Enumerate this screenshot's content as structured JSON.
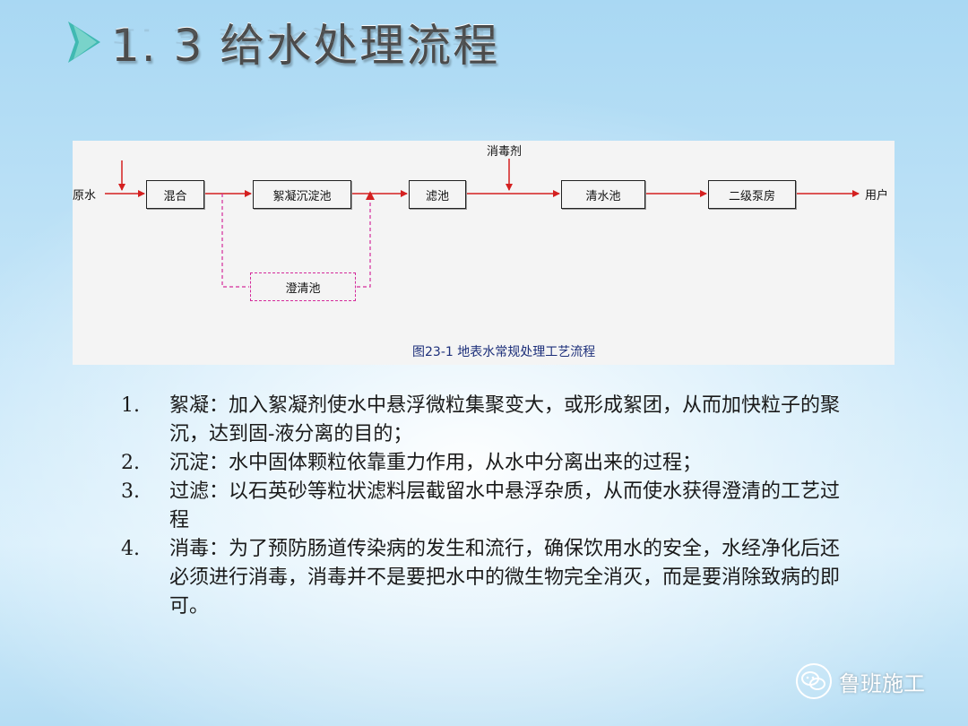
{
  "title": "1. 3 给水处理流程",
  "diagram": {
    "inputs": {
      "source": "原水",
      "disinfectant": "消毒剂",
      "output": "用户"
    },
    "nodes": {
      "mixing": "混合",
      "flocculation": "絮凝沉淀池",
      "filter": "滤池",
      "clearwater": "清水池",
      "pump": "二级泵房",
      "clarifier": "澄清池"
    },
    "caption": "图23-1  地表水常规处理工艺流程",
    "colors": {
      "flow": "#d42020",
      "alternate": "#d42a9a",
      "caption": "#1d2f7a"
    }
  },
  "list": [
    {
      "num": "1.",
      "text": "絮凝：加入絮凝剂使水中悬浮微粒集聚变大，或形成絮团，从而加快粒子的聚沉，达到固-液分离的目的；"
    },
    {
      "num": "2.",
      "text": "沉淀：水中固体颗粒依靠重力作用，从水中分离出来的过程；"
    },
    {
      "num": "3.",
      "text": "过滤：以石英砂等粒状滤料层截留水中悬浮杂质，从而使水获得澄清的工艺过程"
    },
    {
      "num": "4.",
      "text": "消毒：为了预防肠道传染病的发生和流行，确保饮用水的安全，水经净化后还必须进行消毒，消毒并不是要把水中的微生物完全消灭，而是要消除致病的即可。"
    }
  ],
  "logo": {
    "text": "鲁班施工",
    "icon": "wechat-icon"
  }
}
